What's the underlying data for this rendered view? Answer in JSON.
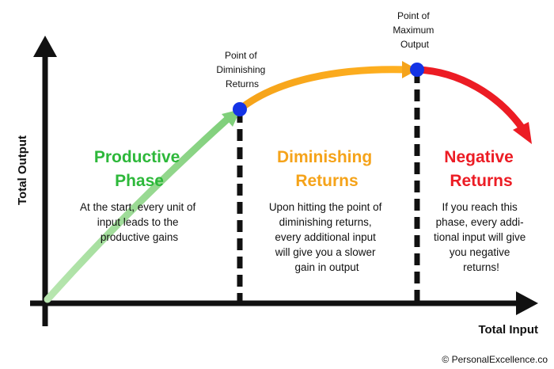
{
  "axes": {
    "x_label": "Total Input",
    "y_label": "Total Output"
  },
  "phases": [
    {
      "title_lines": [
        "Productive",
        "Phase"
      ],
      "color": "#2db83a",
      "description_lines": [
        "At the start, every unit of",
        "input leads to the",
        "productive gains"
      ]
    },
    {
      "title_lines": [
        "Diminishing",
        "Returns"
      ],
      "color": "#f5a31a",
      "description_lines": [
        "Upon hitting the point of",
        "diminishing returns,",
        "every additional input",
        "will give you a slower",
        "gain in output"
      ]
    },
    {
      "title_lines": [
        "Negative",
        "Returns"
      ],
      "color": "#ec1c24",
      "description_lines": [
        "If you reach this",
        "phase, every addi-",
        "tional input will give",
        "you negative",
        "returns!"
      ]
    }
  ],
  "callouts": {
    "diminishing_point": [
      "Point of",
      "Diminishing",
      "Returns"
    ],
    "maximum_point": [
      "Point of",
      "Maximum",
      "Output"
    ]
  },
  "colors": {
    "productive_curve": "#8ed68b",
    "diminishing_curve": "#f5a31a",
    "negative_curve": "#ec1c24",
    "marker": "#1433e6",
    "axis": "#111111"
  },
  "copyright": "© PersonalExcellence.co"
}
